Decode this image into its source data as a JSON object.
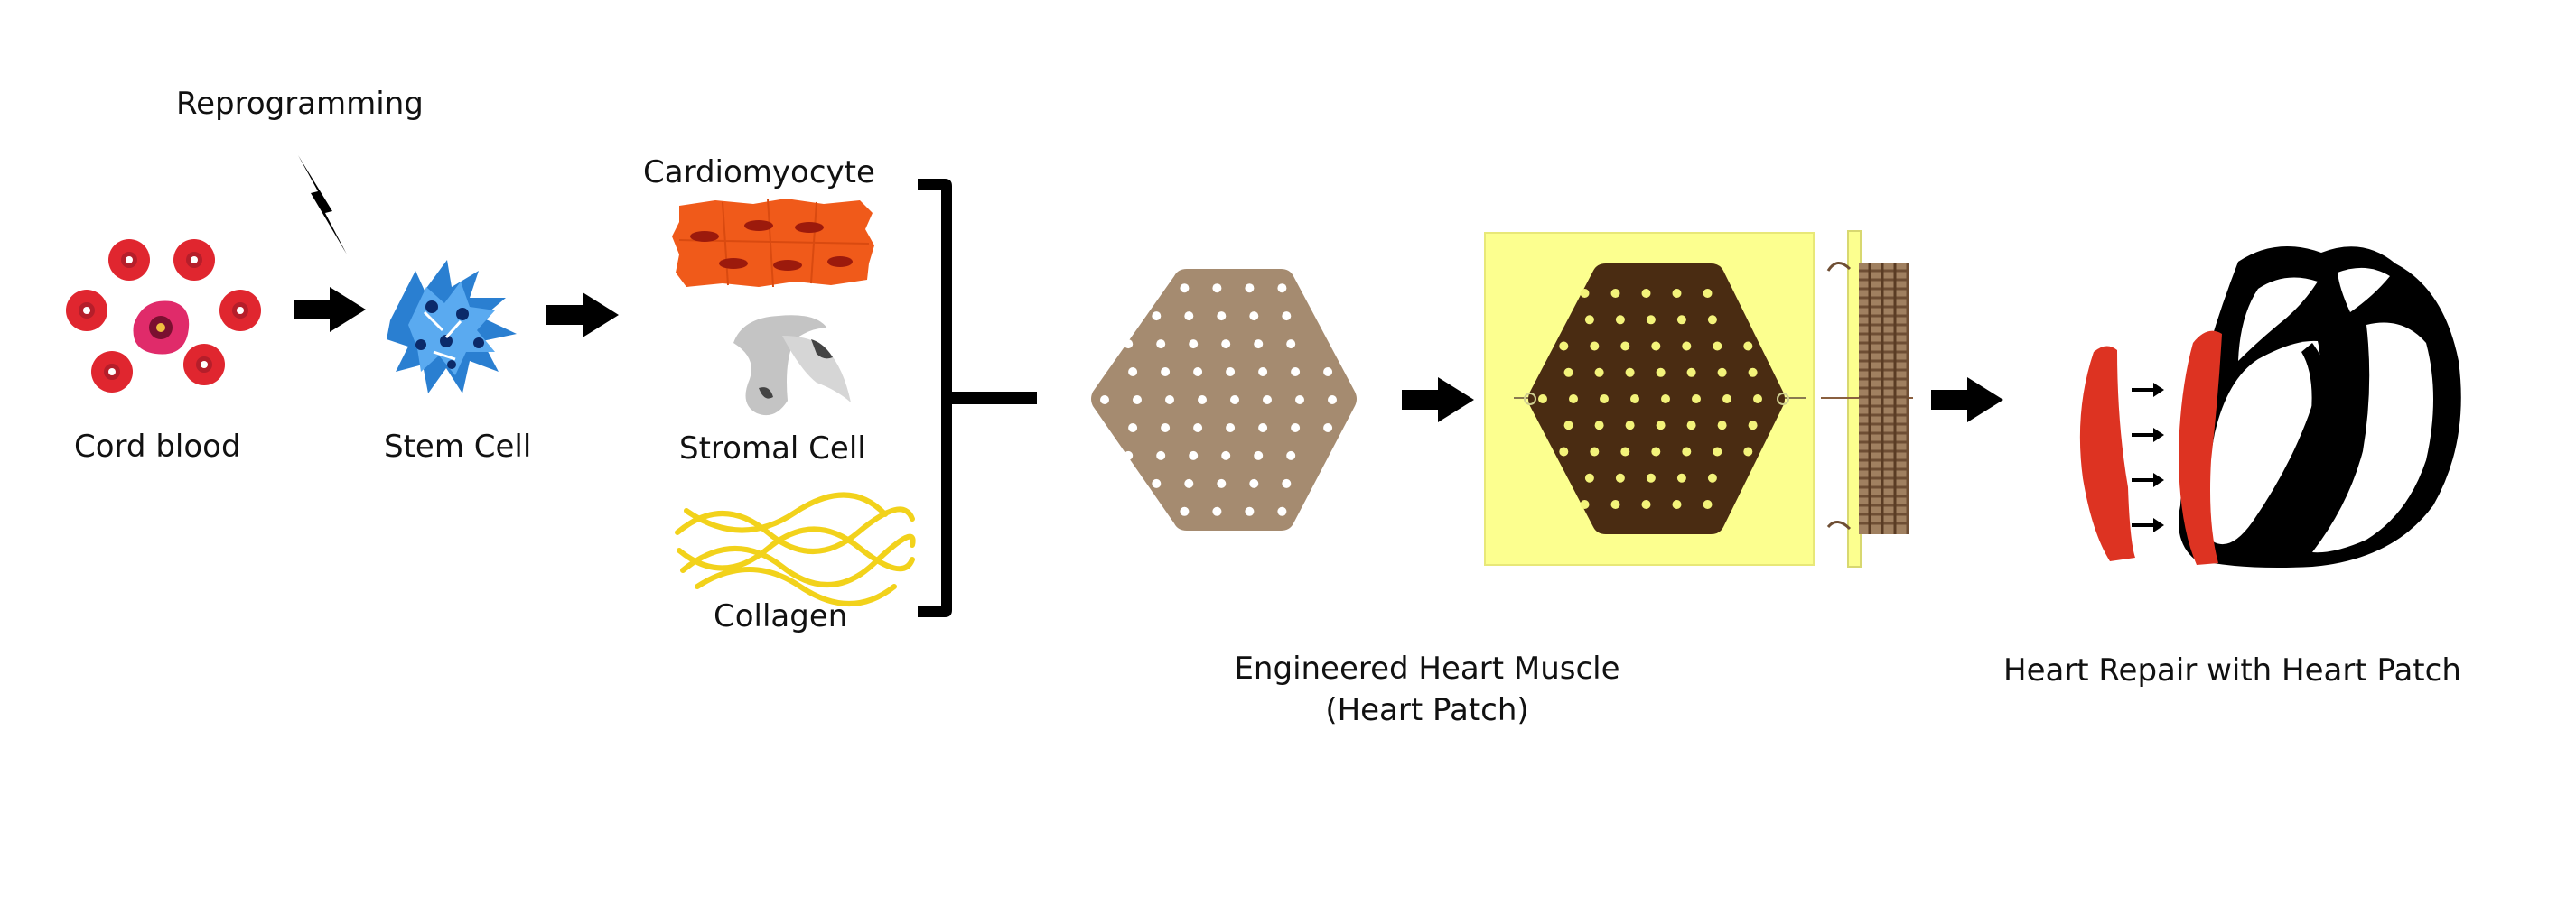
{
  "labels": {
    "reprogramming": "Reprogramming",
    "cord_blood": "Cord blood",
    "stem_cell": "Stem Cell",
    "cardiomyocyte": "Cardiomyocyte",
    "stromal_cell": "Stromal Cell",
    "collagen": "Collagen",
    "engineered_line1": "Engineered Heart Muscle",
    "engineered_line2": "(Heart Patch)",
    "heart_repair": "Heart Repair with Heart Patch"
  },
  "colors": {
    "blood_cell": "#e0262f",
    "blood_cell_dark": "#b51e2a",
    "stem_cell": "#2a7fd1",
    "cardiomyocyte": "#f05a1a",
    "stromal": "#bdbdbd",
    "collagen": "#f2d21b",
    "scaffold": "#a58b70",
    "patch_dark": "#4a2c12",
    "patch_bg": "#fcff8f",
    "patch_hole": "#f3f37a",
    "heart_patch_red": "#dd3322",
    "arrow": "#000000"
  },
  "icons": [
    "lightning-icon",
    "arrow-right-icon",
    "bracket-icon"
  ]
}
